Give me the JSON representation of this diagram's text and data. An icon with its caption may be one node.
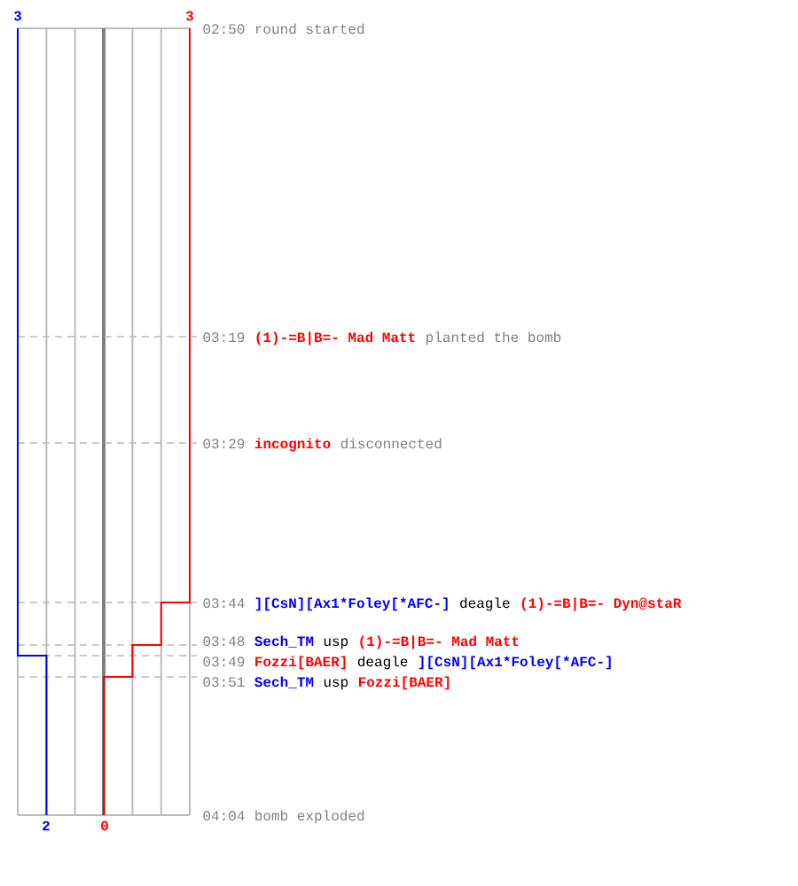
{
  "diagram": {
    "labels": [
      "3",
      "3",
      "02:50",
      "round started",
      "03:19",
      "(1)-=B|B=- Mad Matt",
      "planted the bomb",
      "03:29",
      "incognito",
      "disconnected",
      "03:44",
      "][CsN][Ax1*Foley[*AFC-]",
      "deagle",
      "(1)-=B|B=- Dyn@staR",
      "03:48",
      "Sech_TM",
      "usp",
      "(1)-=B|B=- Mad Matt",
      "03:49",
      "Fozzi[BAER]",
      "deagle",
      "][CsN][Ax1*Foley[*AFC-]",
      "03:51",
      "Sech_TM",
      "usp",
      "Fozzi[BAER]",
      "04:04",
      "bomb exploded",
      "2",
      "0"
    ]
  }
}
